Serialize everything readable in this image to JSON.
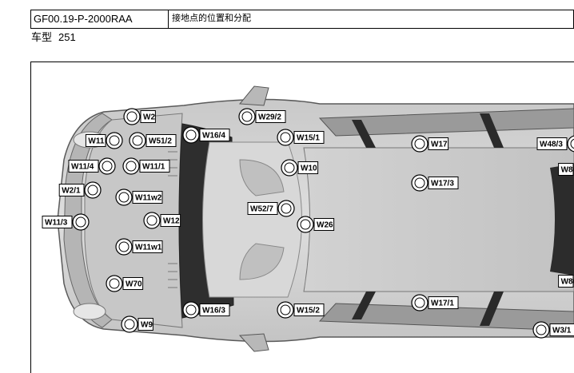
{
  "header": {
    "doc_code": "GF00.19-P-2000RAA",
    "title": "接地点的位置和分配"
  },
  "model": {
    "label": "车型",
    "value": "251"
  },
  "diagram": {
    "callouts": [
      {
        "id": "W2",
        "text": "W2"
      },
      {
        "id": "W29_2",
        "text": "W29/2"
      },
      {
        "id": "W11",
        "text": "W11"
      },
      {
        "id": "W51_2",
        "text": "W51/2"
      },
      {
        "id": "W16_4",
        "text": "W16/4"
      },
      {
        "id": "W15_1",
        "text": "W15/1"
      },
      {
        "id": "W17",
        "text": "W17"
      },
      {
        "id": "W48_3",
        "text": "W48/3"
      },
      {
        "id": "W11_4",
        "text": "W11/4"
      },
      {
        "id": "W11_1",
        "text": "W11/1"
      },
      {
        "id": "W10",
        "text": "W10"
      },
      {
        "id": "W8_top",
        "text": "W8"
      },
      {
        "id": "W2_1",
        "text": "W2/1"
      },
      {
        "id": "W17_3",
        "text": "W17/3"
      },
      {
        "id": "W11w2",
        "text": "W11w2"
      },
      {
        "id": "W52_7",
        "text": "W52/7"
      },
      {
        "id": "W11_3",
        "text": "W11/3"
      },
      {
        "id": "W12",
        "text": "W12"
      },
      {
        "id": "W26",
        "text": "W26"
      },
      {
        "id": "W11w1",
        "text": "W11w1"
      },
      {
        "id": "W70",
        "text": "W70"
      },
      {
        "id": "W8_bot",
        "text": "W8"
      },
      {
        "id": "W17_1",
        "text": "W17/1"
      },
      {
        "id": "W16_3",
        "text": "W16/3"
      },
      {
        "id": "W15_2",
        "text": "W15/2"
      },
      {
        "id": "W9",
        "text": "W9"
      },
      {
        "id": "W3_1",
        "text": "W3/1"
      }
    ]
  }
}
